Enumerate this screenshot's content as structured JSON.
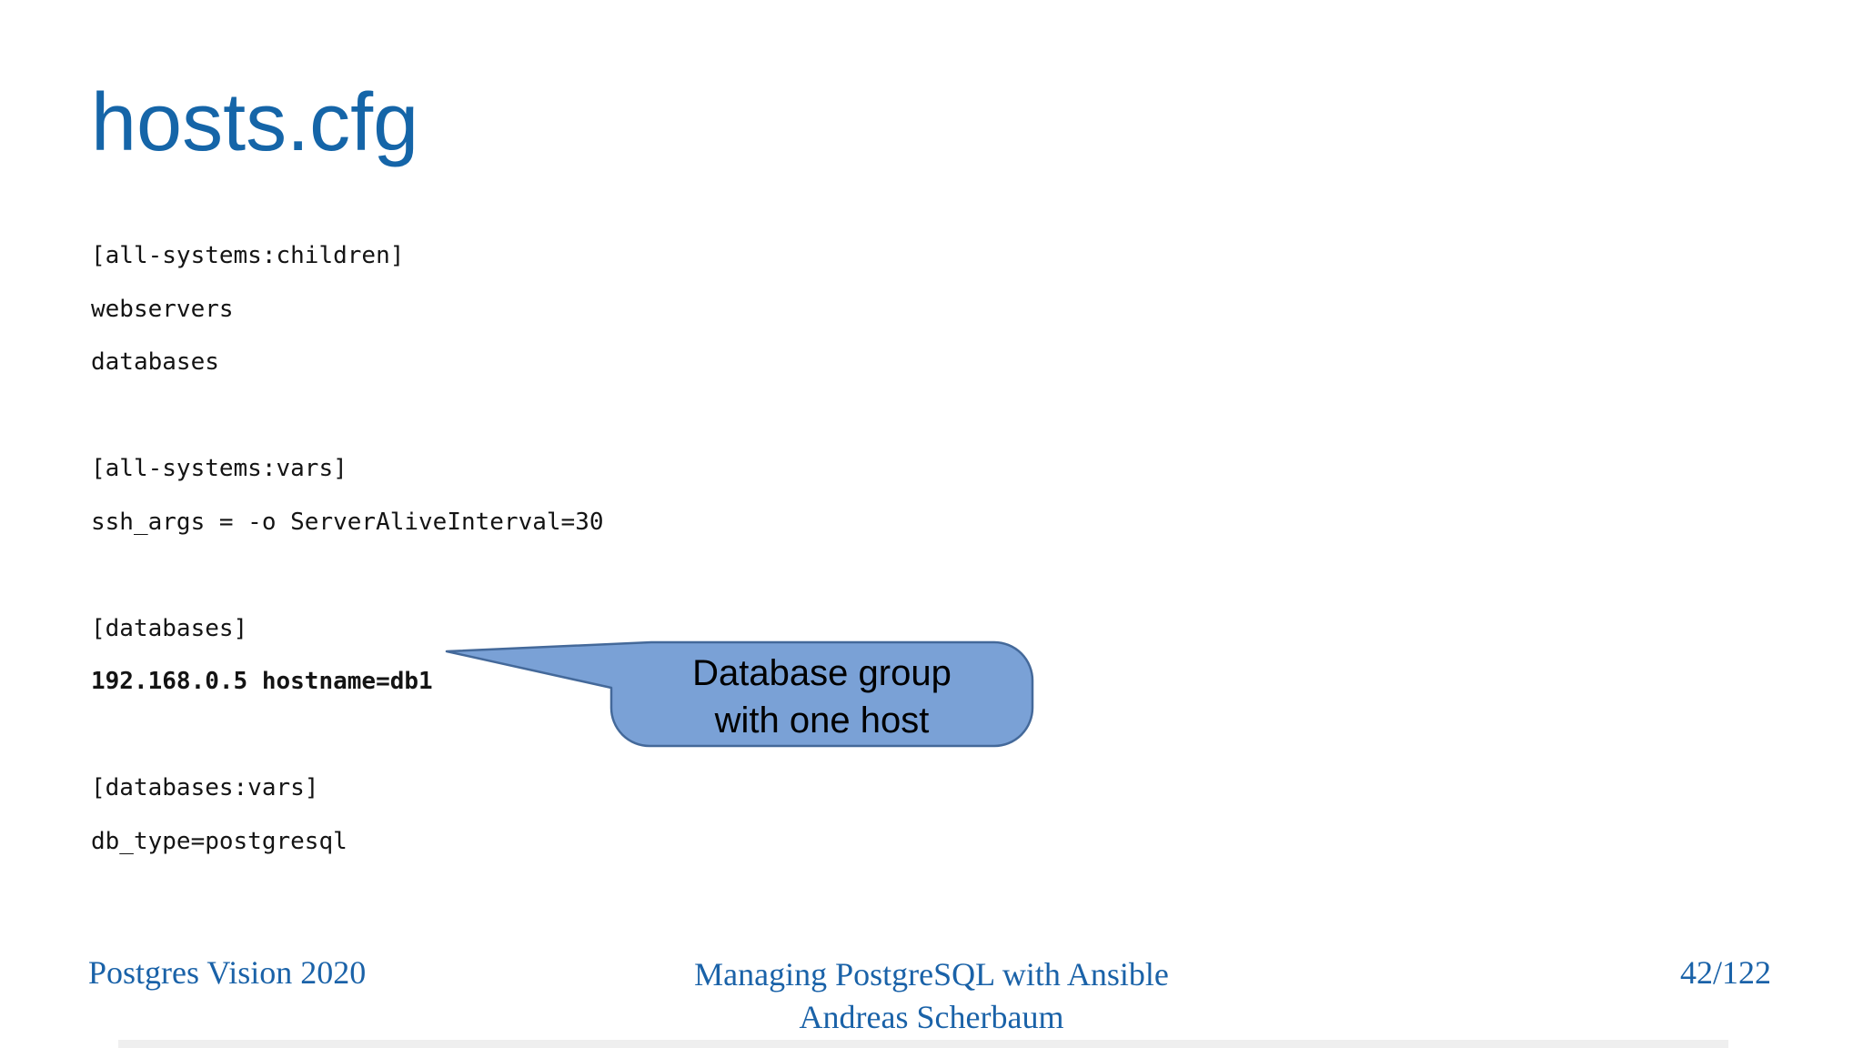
{
  "slide": {
    "title": "hosts.cfg",
    "code": {
      "lines": [
        "[all-systems:children]",
        "webservers",
        "databases",
        "",
        "[all-systems:vars]",
        "ssh_args = -o ServerAliveInterval=30",
        "",
        "[databases]",
        "192.168.0.5 hostname=db1",
        "",
        "[databases:vars]",
        "db_type=postgresql"
      ],
      "bold_line_index": 8
    },
    "callout": {
      "line1": "Database group",
      "line2": "with one host"
    },
    "footer": {
      "conference": "Postgres Vision 2020",
      "deck_title": "Managing PostgreSQL with Ansible",
      "author": "Andreas Scherbaum",
      "page": "42/122"
    },
    "colors": {
      "title_blue": "#1565A8",
      "footer_blue": "#1A62A8",
      "code_text": "#141414",
      "callout_fill": "#7AA1D6",
      "callout_border": "#44699A",
      "callout_text": "#000000",
      "background": "#ffffff"
    }
  }
}
